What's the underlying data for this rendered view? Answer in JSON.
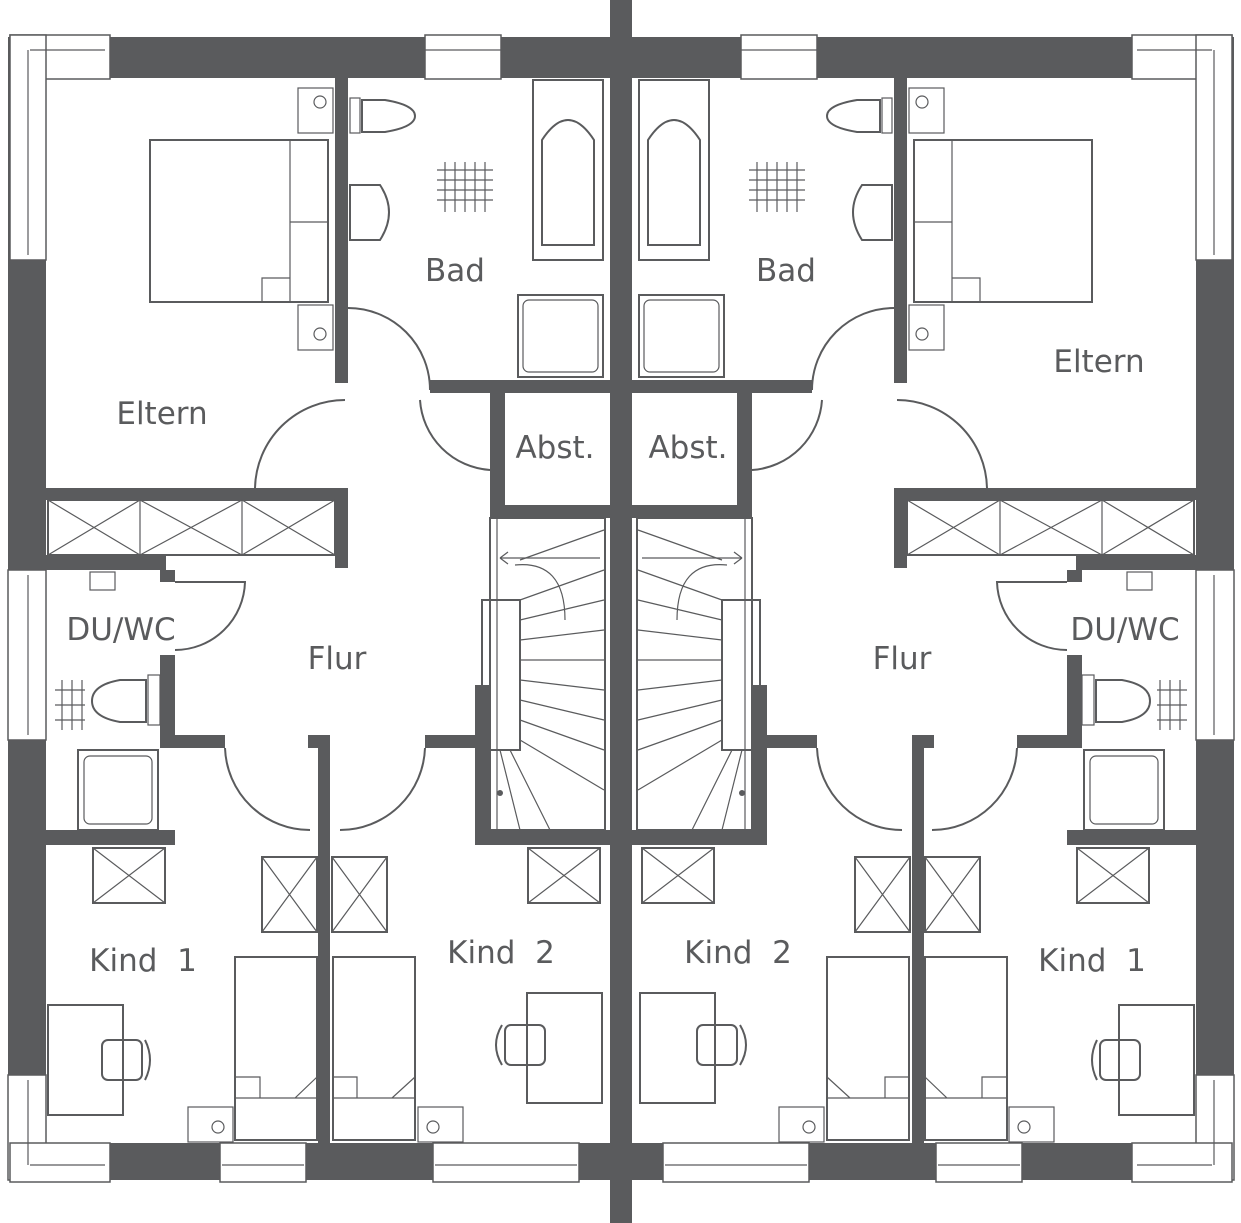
{
  "title": "Doppelhaus Obergeschoss",
  "colors": {
    "wall": "#5a5b5d",
    "background": "#ffffff"
  },
  "left_unit": {
    "rooms": {
      "eltern": "Eltern",
      "bad": "Bad",
      "abst": "Abst.",
      "du_wc": "DU/WC",
      "flur": "Flur",
      "kind1": "Kind  1",
      "kind2": "Kind  2"
    }
  },
  "right_unit": {
    "rooms": {
      "eltern": "Eltern",
      "bad": "Bad",
      "abst": "Abst.",
      "du_wc": "DU/WC",
      "flur": "Flur",
      "kind1": "Kind  1",
      "kind2": "Kind  2"
    }
  }
}
